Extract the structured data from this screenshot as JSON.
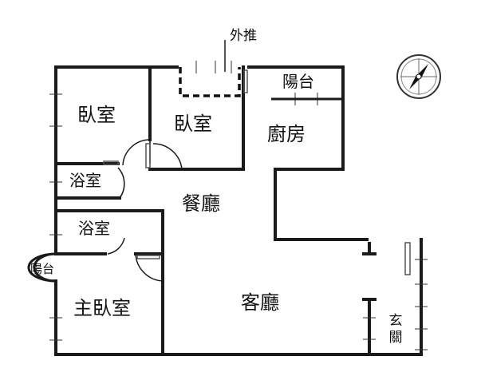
{
  "plan": {
    "rooms": {
      "bedroom_left": "臥室",
      "bedroom_center": "臥室",
      "kitchen": "廚房",
      "dining": "餐廳",
      "bath_upper": "浴室",
      "bath_lower": "浴室",
      "master_bedroom": "主臥室",
      "living": "客廳",
      "entrance": "玄關"
    },
    "balcony_top": "陽台",
    "balcony_left": "陽台",
    "push_out_note": "外推",
    "colors": {
      "wall": "#1a1a1a",
      "window": "#555555",
      "dashed": "#111111"
    }
  }
}
